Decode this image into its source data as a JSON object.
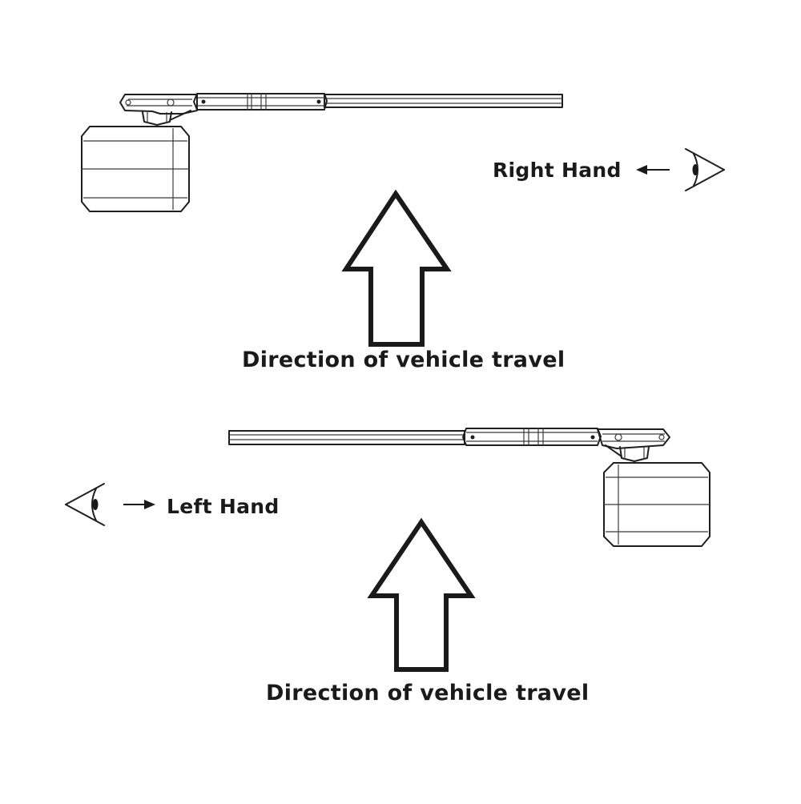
{
  "labels": {
    "right_hand": "Right Hand",
    "left_hand": "Left Hand",
    "direction_top": "Direction of vehicle travel",
    "direction_bottom": "Direction of vehicle travel"
  }
}
